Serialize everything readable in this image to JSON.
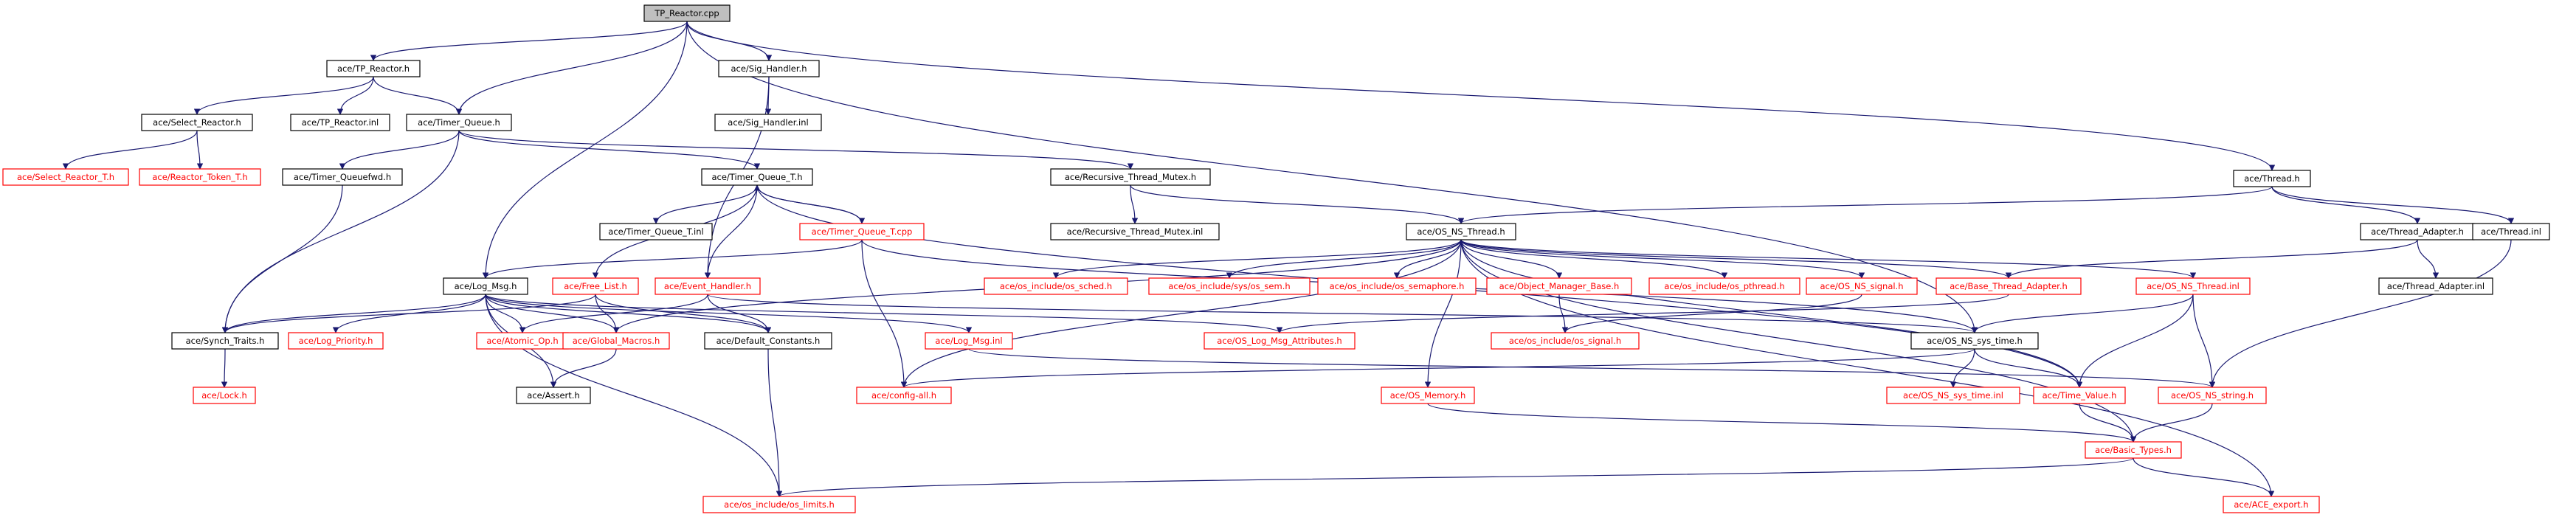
{
  "title": "TP_Reactor.cpp",
  "colors": {
    "edge": "#191970",
    "node_border": "#000000",
    "missing_border": "#ff0000",
    "missing_text": "#ff0000",
    "root_fill": "#bfbfbf"
  },
  "nodes": [
    {
      "id": "root",
      "label": "TP_Reactor.cpp",
      "style": "root"
    },
    {
      "id": "tp_reactor_h",
      "label": "ace/TP_Reactor.h",
      "style": "black"
    },
    {
      "id": "sig_handler_h",
      "label": "ace/Sig_Handler.h",
      "style": "black"
    },
    {
      "id": "thread_h",
      "label": "ace/Thread.h",
      "style": "black"
    },
    {
      "id": "select_reactor_h",
      "label": "ace/Select_Reactor.h",
      "style": "black"
    },
    {
      "id": "tp_reactor_inl",
      "label": "ace/TP_Reactor.inl",
      "style": "black"
    },
    {
      "id": "timer_queue_h",
      "label": "ace/Timer_Queue.h",
      "style": "black"
    },
    {
      "id": "sig_handler_inl",
      "label": "ace/Sig_Handler.inl",
      "style": "black"
    },
    {
      "id": "select_reactor_t_h",
      "label": "ace/Select_Reactor_T.h",
      "style": "red"
    },
    {
      "id": "reactor_token_t_h",
      "label": "ace/Reactor_Token_T.h",
      "style": "red"
    },
    {
      "id": "timer_queuefwd_h",
      "label": "ace/Timer_Queuefwd.h",
      "style": "black"
    },
    {
      "id": "timer_queue_t_h",
      "label": "ace/Timer_Queue_T.h",
      "style": "black"
    },
    {
      "id": "recursive_thread_mutex_h",
      "label": "ace/Recursive_Thread_Mutex.h",
      "style": "black"
    },
    {
      "id": "timer_queue_t_inl",
      "label": "ace/Timer_Queue_T.inl",
      "style": "black"
    },
    {
      "id": "timer_queue_t_cpp",
      "label": "ace/Timer_Queue_T.cpp",
      "style": "red"
    },
    {
      "id": "recursive_thread_mutex_inl",
      "label": "ace/Recursive_Thread_Mutex.inl",
      "style": "black"
    },
    {
      "id": "os_ns_thread_h",
      "label": "ace/OS_NS_Thread.h",
      "style": "black"
    },
    {
      "id": "thread_adapter_h",
      "label": "ace/Thread_Adapter.h",
      "style": "black"
    },
    {
      "id": "thread_inl",
      "label": "ace/Thread.inl",
      "style": "black"
    },
    {
      "id": "thread_adapter_inl",
      "label": "ace/Thread_Adapter.inl",
      "style": "black"
    },
    {
      "id": "log_msg_h",
      "label": "ace/Log_Msg.h",
      "style": "black"
    },
    {
      "id": "free_list_h",
      "label": "ace/Free_List.h",
      "style": "red"
    },
    {
      "id": "event_handler_h",
      "label": "ace/Event_Handler.h",
      "style": "red"
    },
    {
      "id": "os_sched_h",
      "label": "ace/os_include/os_sched.h",
      "style": "red"
    },
    {
      "id": "os_sem_h",
      "label": "ace/os_include/sys/os_sem.h",
      "style": "red"
    },
    {
      "id": "os_semaphore_h",
      "label": "ace/os_include/os_semaphore.h",
      "style": "red"
    },
    {
      "id": "object_manager_base_h",
      "label": "ace/Object_Manager_Base.h",
      "style": "red"
    },
    {
      "id": "os_pthread_h",
      "label": "ace/os_include/os_pthread.h",
      "style": "red"
    },
    {
      "id": "os_ns_signal_h",
      "label": "ace/OS_NS_signal.h",
      "style": "red"
    },
    {
      "id": "base_thread_adapter_h",
      "label": "ace/Base_Thread_Adapter.h",
      "style": "red"
    },
    {
      "id": "os_ns_thread_inl",
      "label": "ace/OS_NS_Thread.inl",
      "style": "red"
    },
    {
      "id": "synch_traits_h",
      "label": "ace/Synch_Traits.h",
      "style": "black"
    },
    {
      "id": "log_priority_h",
      "label": "ace/Log_Priority.h",
      "style": "red"
    },
    {
      "id": "atomic_op_h",
      "label": "ace/Atomic_Op.h",
      "style": "red"
    },
    {
      "id": "global_macros_h",
      "label": "ace/Global_Macros.h",
      "style": "red"
    },
    {
      "id": "default_constants_h",
      "label": "ace/Default_Constants.h",
      "style": "black"
    },
    {
      "id": "log_msg_inl",
      "label": "ace/Log_Msg.inl",
      "style": "red"
    },
    {
      "id": "os_log_msg_attributes_h",
      "label": "ace/OS_Log_Msg_Attributes.h",
      "style": "red"
    },
    {
      "id": "os_signal_h",
      "label": "ace/os_include/os_signal.h",
      "style": "red"
    },
    {
      "id": "os_ns_sys_time_h",
      "label": "ace/OS_NS_sys_time.h",
      "style": "black"
    },
    {
      "id": "lock_h",
      "label": "ace/Lock.h",
      "style": "red"
    },
    {
      "id": "assert_h",
      "label": "ace/Assert.h",
      "style": "black"
    },
    {
      "id": "config_all_h",
      "label": "ace/config-all.h",
      "style": "red"
    },
    {
      "id": "os_memory_h",
      "label": "ace/OS_Memory.h",
      "style": "red"
    },
    {
      "id": "os_ns_sys_time_inl",
      "label": "ace/OS_NS_sys_time.inl",
      "style": "red"
    },
    {
      "id": "time_value_h",
      "label": "ace/Time_Value.h",
      "style": "red"
    },
    {
      "id": "os_ns_string_h",
      "label": "ace/OS_NS_string.h",
      "style": "red"
    },
    {
      "id": "basic_types_h",
      "label": "ace/Basic_Types.h",
      "style": "red"
    },
    {
      "id": "os_limits_h",
      "label": "ace/os_include/os_limits.h",
      "style": "red"
    },
    {
      "id": "ace_export_h",
      "label": "ace/ACE_export.h",
      "style": "red"
    }
  ]
}
